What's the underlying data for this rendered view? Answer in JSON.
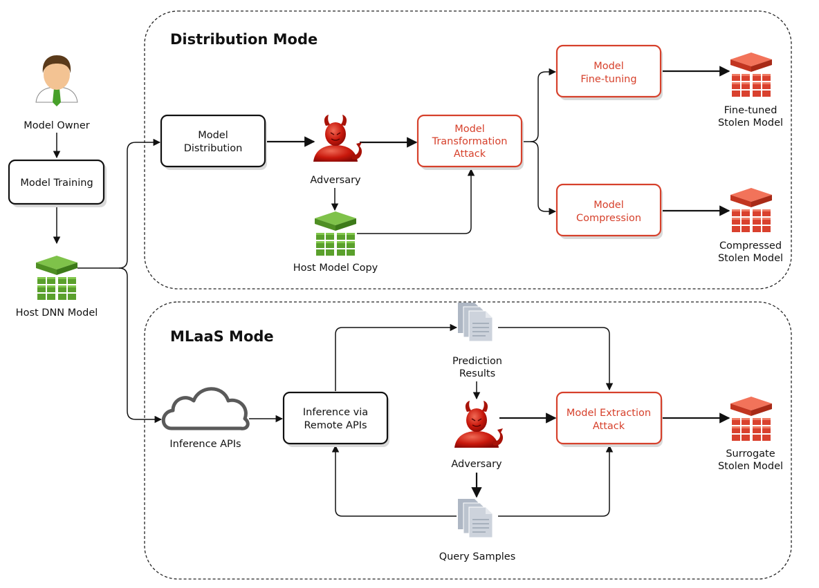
{
  "regions": {
    "distribution_title": "Distribution Mode",
    "mlaas_title": "MLaaS Mode"
  },
  "nodes": {
    "model_owner": "Model Owner",
    "model_training": "Model Training",
    "host_dnn_model": "Host DNN Model",
    "model_distribution": [
      "Model",
      "Distribution"
    ],
    "adversary_top": "Adversary",
    "host_model_copy": "Host Model Copy",
    "model_transformation_attack": [
      "Model",
      "Transformation",
      "Attack"
    ],
    "model_fine_tuning": [
      "Model",
      "Fine-tuning"
    ],
    "model_compression": [
      "Model",
      "Compression"
    ],
    "fine_tuned_stolen_model": [
      "Fine-tuned",
      "Stolen Model"
    ],
    "compressed_stolen_model": [
      "Compressed",
      "Stolen Model"
    ],
    "inference_apis": "Inference APIs",
    "inference_via_remote_apis": [
      "Inference via",
      "Remote APIs"
    ],
    "prediction_results": [
      "Prediction",
      "Results"
    ],
    "adversary_bottom": "Adversary",
    "query_samples": "Query Samples",
    "model_extraction_attack": [
      "Model Extraction",
      "Attack"
    ],
    "surrogate_stolen_model": [
      "Surrogate",
      "Stolen Model"
    ]
  },
  "colors": {
    "attack_red": "#d6402b",
    "model_green": "#5aa02c",
    "stolen_model_red": "#d9412e",
    "adversary_red": "#c8180c",
    "user_skin": "#f3c393",
    "document_gray": "#c9d0da"
  },
  "icons": {
    "owner": "user-icon",
    "host_model": "green-model-stack-icon",
    "stolen_model": "red-model-stack-icon",
    "adversary": "devil-icon",
    "cloud": "cloud-icon",
    "documents": "document-stack-icon"
  }
}
